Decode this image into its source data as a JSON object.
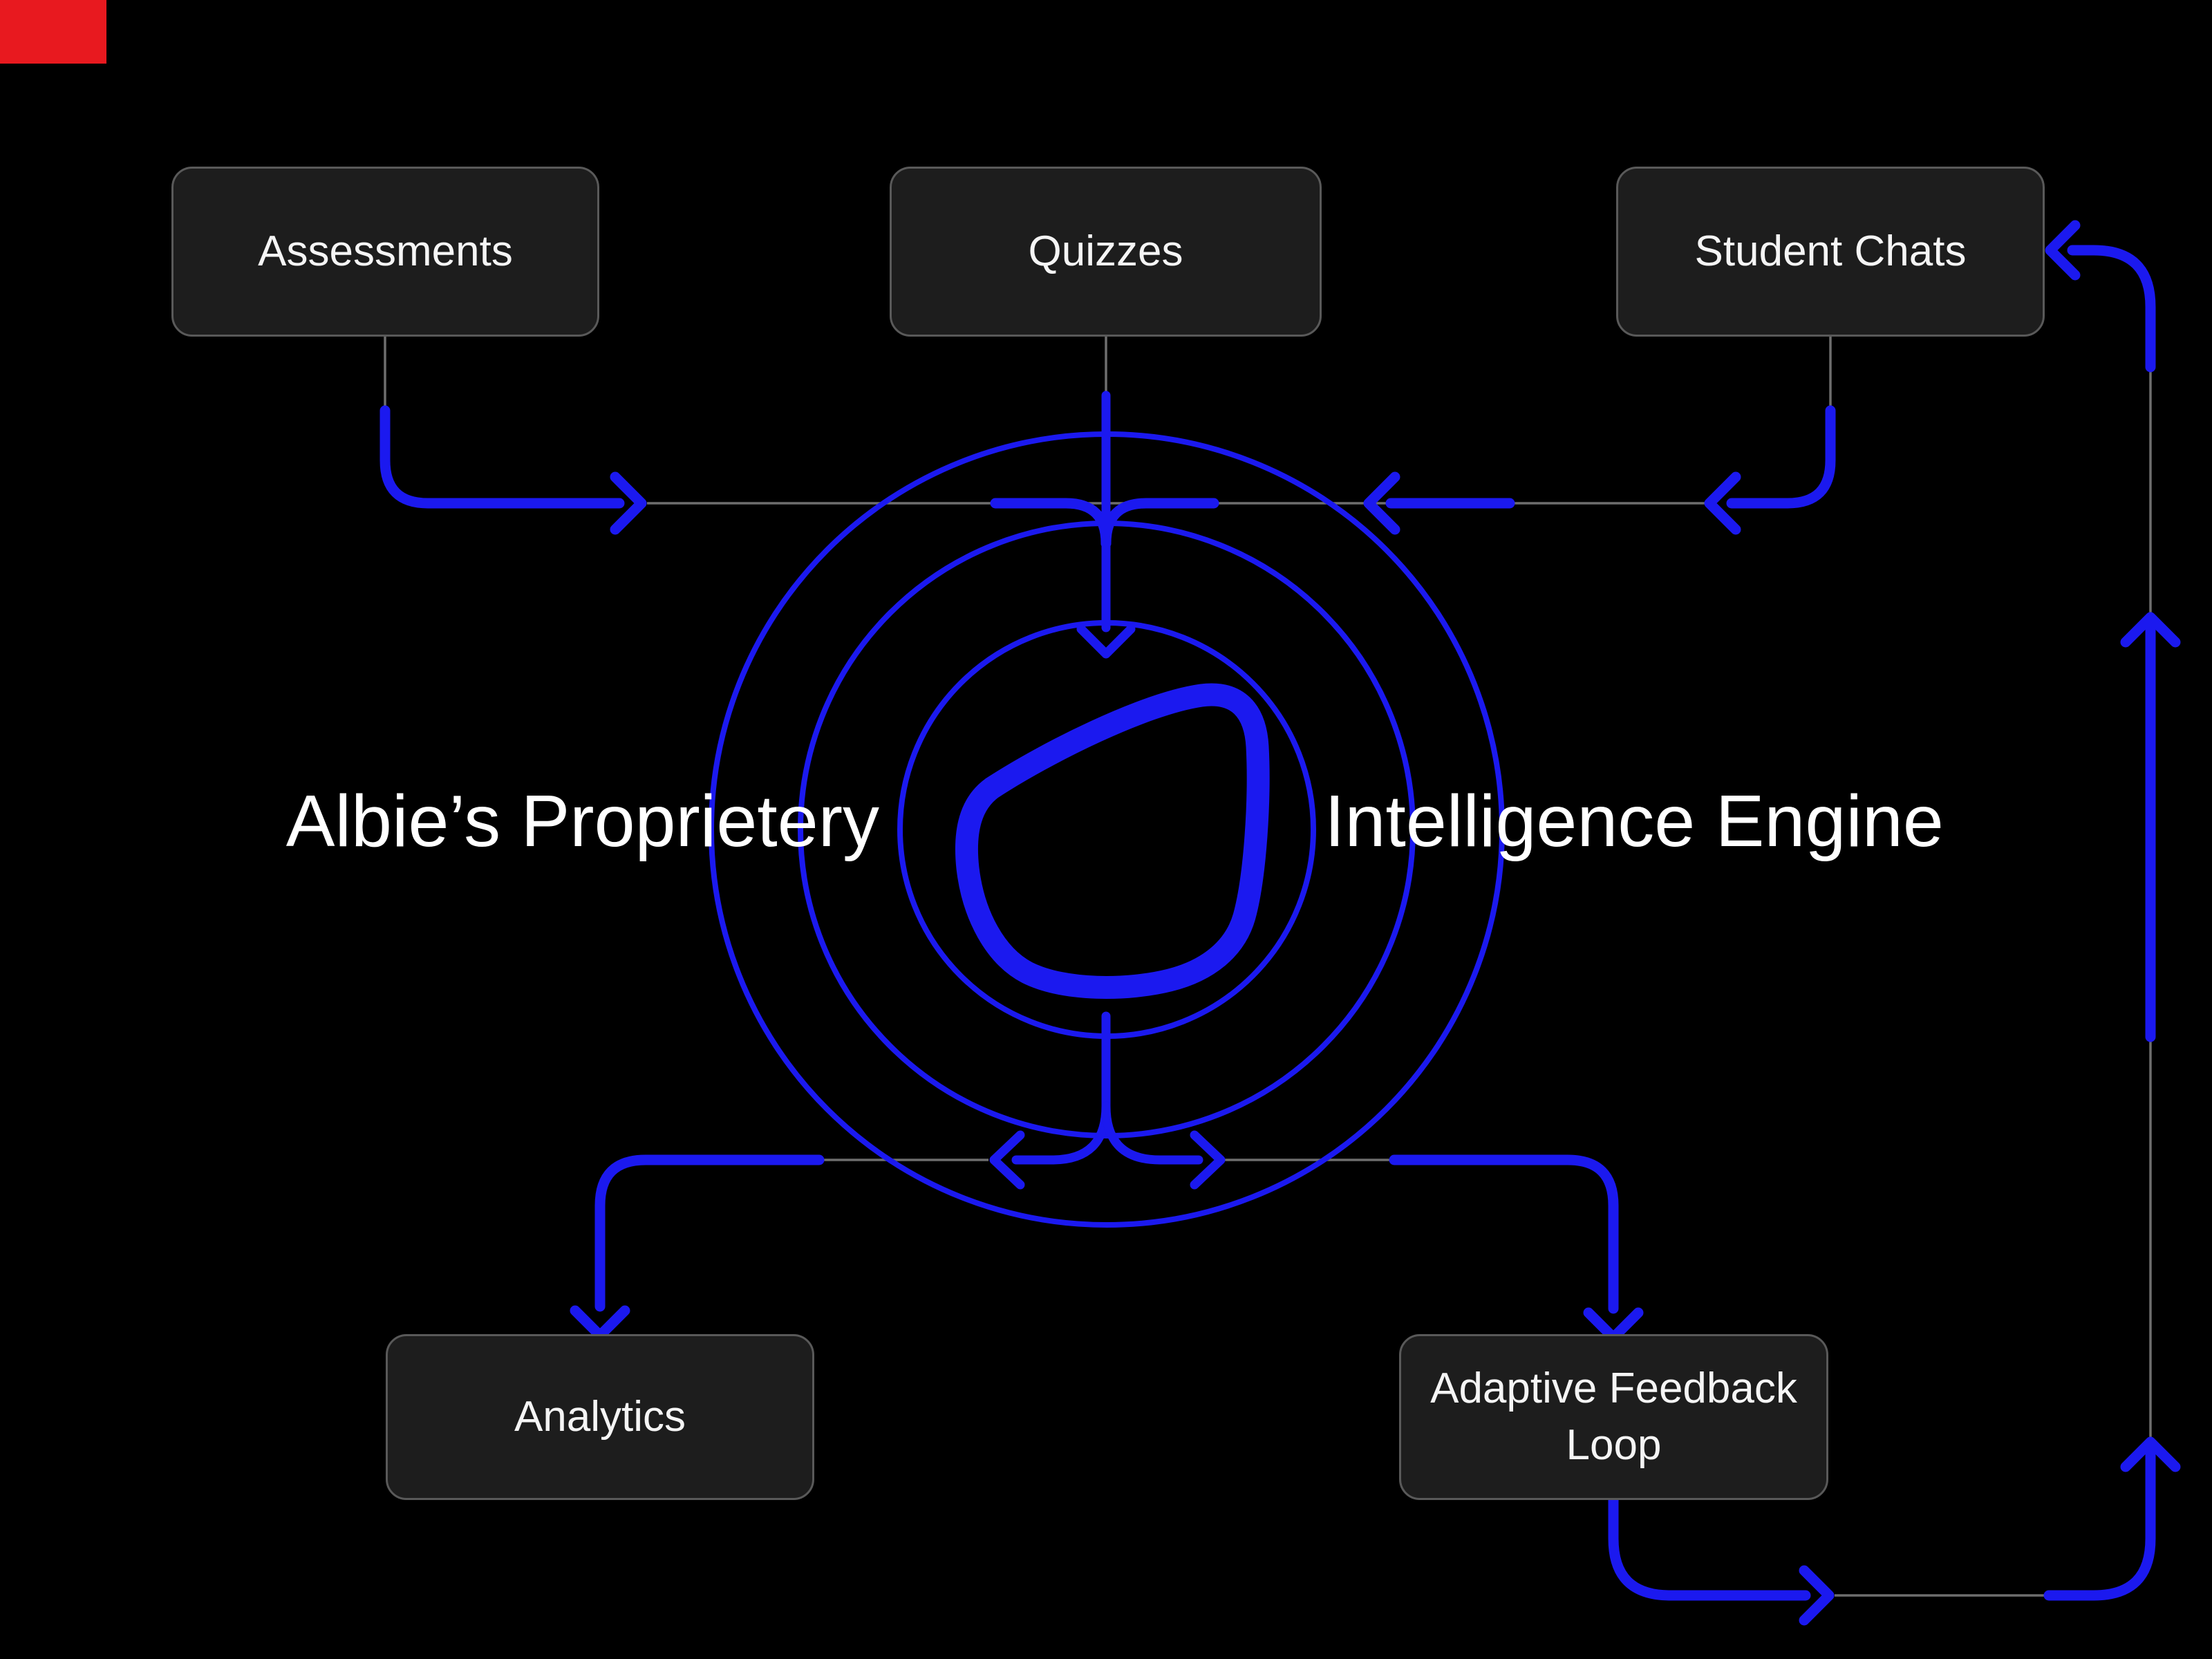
{
  "diagram": {
    "title_left": "Albie’s Proprietery",
    "title_right": "Intelligence Engine",
    "nodes": {
      "assessments": {
        "label": "Assessments"
      },
      "quizzes": {
        "label": "Quizzes"
      },
      "student_chats": {
        "label": "Student Chats"
      },
      "analytics": {
        "label": "Analytics"
      },
      "adaptive_feedback": {
        "label": "Adaptive Feedback Loop",
        "line1": "Adaptive Feedback",
        "line2": "Loop"
      }
    },
    "colors": {
      "background": "#000000",
      "node_fill": "#1d1d1d",
      "node_border": "#595959",
      "accent_blue": "#1b19ef",
      "connector_gray": "#6e6e6e",
      "text": "#f5f5f5",
      "corner_marker_red": "#e8191f"
    }
  }
}
